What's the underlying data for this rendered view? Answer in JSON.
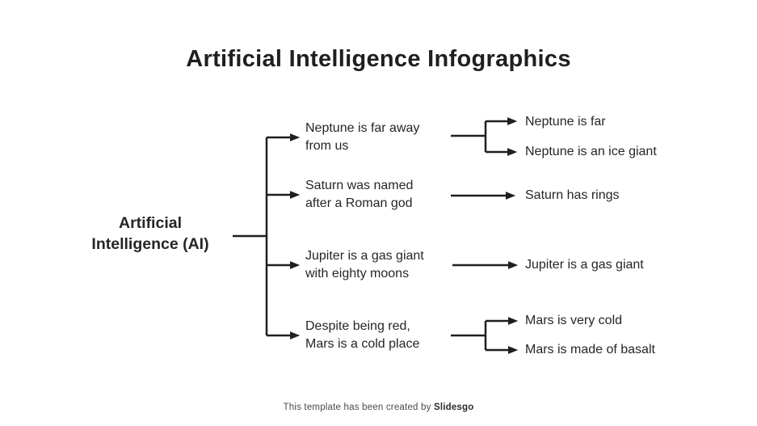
{
  "title": "Artificial Intelligence Infographics",
  "root": {
    "lines": [
      "Artificial",
      "Intelligence (AI)"
    ]
  },
  "branches": [
    {
      "lines": [
        "Neptune is far away",
        "from us"
      ],
      "children": [
        "Neptune is far",
        "Neptune is an ice giant"
      ]
    },
    {
      "lines": [
        "Saturn was named",
        "after a Roman god"
      ],
      "children": [
        "Saturn has rings"
      ]
    },
    {
      "lines": [
        "Jupiter is a gas giant",
        "with eighty moons"
      ],
      "children": [
        "Jupiter is a gas giant"
      ]
    },
    {
      "lines": [
        "Despite being red,",
        "Mars is a cold place"
      ],
      "children": [
        "Mars is very cold",
        "Mars is made of basalt"
      ]
    }
  ],
  "footer": {
    "prefix": "This template has been created by",
    "brand": "Slidesgo"
  },
  "colors": {
    "background": "#ffffff",
    "text": "#262626",
    "line": "#1f1f1f",
    "footer_text": "#4a4a4a"
  }
}
